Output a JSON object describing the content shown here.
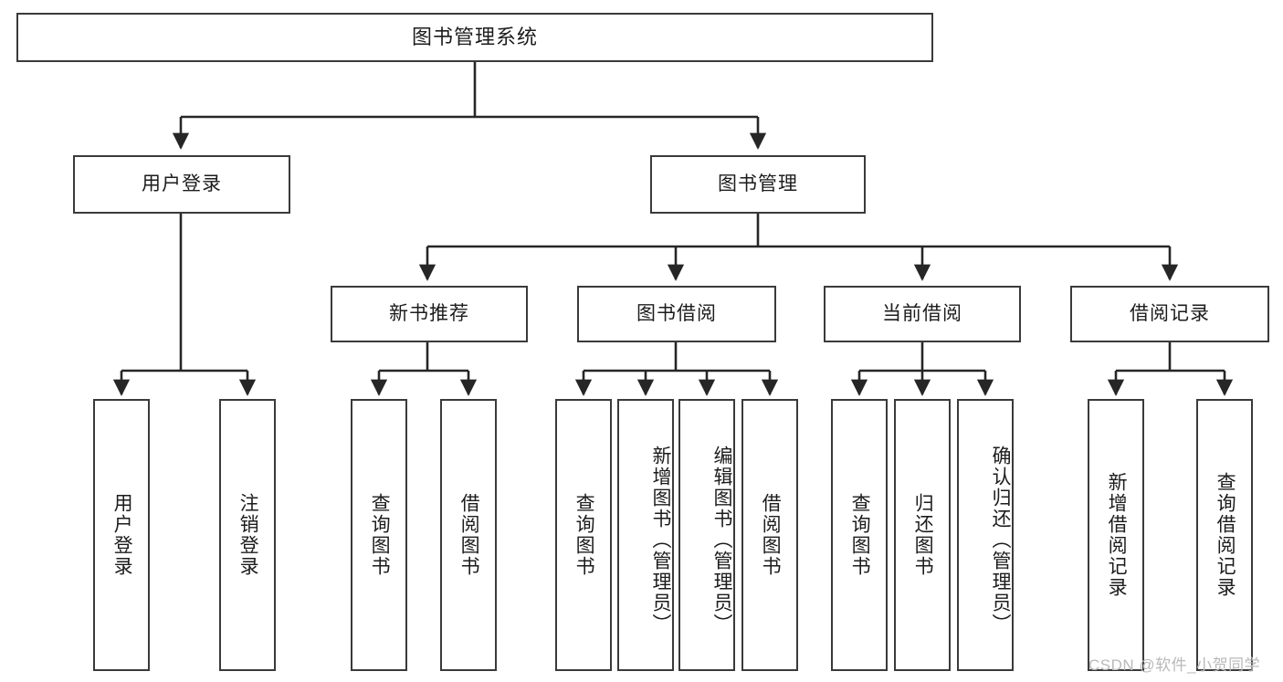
{
  "diagram": {
    "title": "图书管理系统",
    "root": {
      "label": "图书管理系统"
    },
    "level2": [
      {
        "label": "用户登录"
      },
      {
        "label": "图书管理"
      }
    ],
    "level3": [
      {
        "label": "新书推荐"
      },
      {
        "label": "图书借阅"
      },
      {
        "label": "当前借阅"
      },
      {
        "label": "借阅记录"
      }
    ],
    "leaves": {
      "user_login": [
        {
          "label": "用户登录"
        },
        {
          "label": "注销登录"
        }
      ],
      "new_book": [
        {
          "label": "查询图书"
        },
        {
          "label": "借阅图书"
        }
      ],
      "book_borrow": [
        {
          "label": "查询图书"
        },
        {
          "label": "新增图书（管理员）"
        },
        {
          "label": "编辑图书（管理员）"
        },
        {
          "label": "借阅图书"
        }
      ],
      "current_borrow": [
        {
          "label": "查询图书"
        },
        {
          "label": "归还图书"
        },
        {
          "label": "确认归还（管理员）"
        }
      ],
      "borrow_record": [
        {
          "label": "新增借阅记录"
        },
        {
          "label": "查询借阅记录"
        }
      ]
    }
  },
  "watermark": {
    "text": "CSDN @软件_小贺同学"
  },
  "colors": {
    "stroke": "#3a3a3a",
    "wire": "#262626",
    "background": "#ffffff",
    "text": "#1c1c1c",
    "watermark": "#b9b9b9"
  }
}
